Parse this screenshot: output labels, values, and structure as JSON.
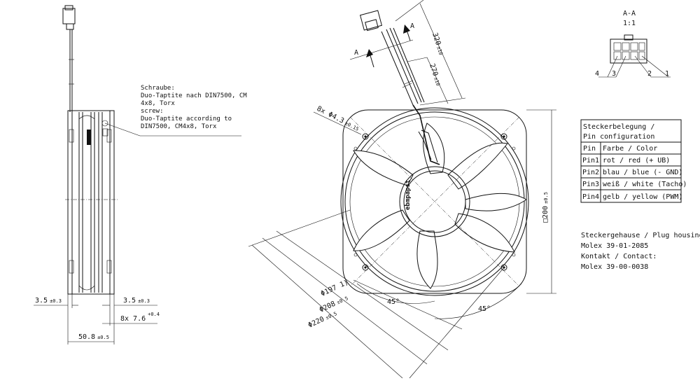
{
  "side_view": {
    "screw_note": [
      "Schraube:",
      "Duo-Taptite nach DIN7500, CM",
      "4x8, Torx",
      "screw:",
      "Duo-Taptite according to",
      "DIN7500, CM4x8, Torx"
    ],
    "dim_left": {
      "value": "3.5",
      "tol": "±0.3"
    },
    "dim_right": {
      "value": "3.5",
      "tol": "±0.3"
    },
    "dim_slots": {
      "value": "8x 7.6",
      "tol": "+0.4"
    },
    "dim_width": {
      "value": "50.8",
      "tol": "±0.5"
    }
  },
  "front_view": {
    "section_marker": "A",
    "cable_len_1": {
      "value": "320",
      "tol": "±10"
    },
    "cable_len_2": {
      "value": "270",
      "tol": "±10"
    },
    "holes": {
      "value": "8x Φ4.3",
      "tol": "±0.15"
    },
    "square": {
      "value": "□200",
      "tol": "±0.5"
    },
    "dia_197": {
      "value": "Φ197",
      "note": "1)"
    },
    "dia_208": {
      "value": "Φ208",
      "tol": "±0.5"
    },
    "dia_220": {
      "value": "Φ220",
      "tol": "±0.5"
    },
    "angle_1": "45°",
    "angle_2": "45°",
    "logo_text": "ebmpapst"
  },
  "section_view": {
    "title": "A-A",
    "scale": "1:1",
    "pins": [
      "4",
      "3",
      "2",
      "1"
    ]
  },
  "pin_table": {
    "header": [
      "Steckerbelegung /",
      "Pin configuration"
    ],
    "columns": [
      "Pin",
      "Farbe / Color"
    ],
    "rows": [
      [
        "Pin1",
        "rot / red (+ UB)"
      ],
      [
        "Pin2",
        "blau / blue (- GND)"
      ],
      [
        "Pin3",
        "weiß / white (Tacho)"
      ],
      [
        "Pin4",
        "gelb / yellow (PWM)"
      ]
    ]
  },
  "housing_note": [
    "Steckergehause / Plug housing:",
    "Molex 39-01-2085",
    "Kontakt / Contact:",
    "Molex 39-00-0038"
  ]
}
